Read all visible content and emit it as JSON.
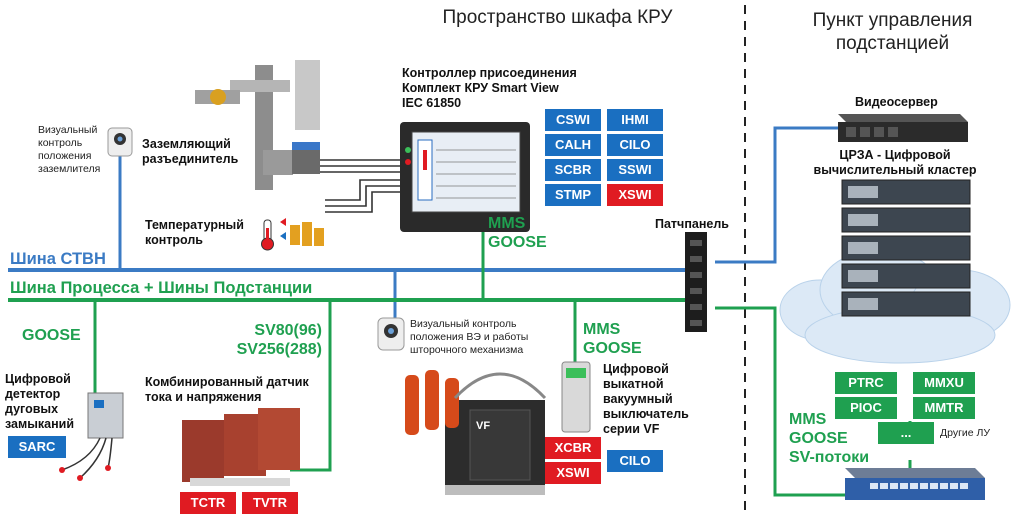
{
  "headers": {
    "cabinet": "Пространство шкафа КРУ",
    "control_line1": "Пункт управления",
    "control_line2": "подстанцией"
  },
  "controller": {
    "line1": "Контроллер присоединения",
    "line2": "Комплект КРУ Smart View",
    "line3": "IEC 61850",
    "nodes": [
      {
        "label": "CSWI",
        "color": "blue"
      },
      {
        "label": "IHMI",
        "color": "blue"
      },
      {
        "label": "CALH",
        "color": "blue"
      },
      {
        "label": "CILO",
        "color": "blue"
      },
      {
        "label": "SCBR",
        "color": "blue"
      },
      {
        "label": "SSWI",
        "color": "blue"
      },
      {
        "label": "STMP",
        "color": "blue"
      },
      {
        "label": "XSWI",
        "color": "red"
      }
    ],
    "protocols_line1": "MMS",
    "protocols_line2": "GOOSE"
  },
  "labels": {
    "earthing_switch_line1": "Заземляющий",
    "earthing_switch_line2": "разъединитель",
    "temp_line1": "Температурный",
    "temp_line2": "контроль",
    "visual_earth": [
      "Визуальный",
      "контроль",
      "положения",
      "заземлителя"
    ],
    "visual_breaker_line1": "Визуальный контроль",
    "visual_breaker_line2": "положения ВЭ и работы",
    "visual_breaker_line3": "шторочного механизма",
    "patch_panel": "Патчпанель",
    "video_server": "Видеосервер",
    "cluster_line1": "ЦРЗА - Цифровой",
    "cluster_line2": "вычислительный кластер",
    "arc_line1": "Цифровой",
    "arc_line2": "детектор",
    "arc_line3": "дуговых",
    "arc_line4": "замыканий",
    "sensor_line1": "Комбинированный датчик",
    "sensor_line2": "тока и напряжения",
    "breaker_line1": "Цифровой",
    "breaker_line2": "выкатной",
    "breaker_line3": "вакуумный",
    "breaker_line4": "выключатель",
    "breaker_line5": "серии VF",
    "other_ln": "Другие ЛУ",
    "vf_plate": "VF"
  },
  "buses": {
    "stvn": "Шина СТВН",
    "process": "Шина Процесса + Шины Подстанции"
  },
  "protocols": {
    "goose_left": "GOOSE",
    "sv_line1": "SV80(96)",
    "sv_line2": "SV256(288)",
    "breaker_mms": "MMS",
    "breaker_goose": "GOOSE",
    "station_mms": "MMS",
    "station_goose": "GOOSE",
    "station_sv": "SV-потоки"
  },
  "nodes": {
    "sarc": "SARC",
    "tctr": "TCTR",
    "tvtr": "TVTR",
    "xcbr": "XCBR",
    "xswi": "XSWI",
    "cilo": "CILO",
    "ptrc": "PTRC",
    "mmxu": "MMXU",
    "pioc": "PIOC",
    "mmtr": "MMTR",
    "dots": "..."
  },
  "colors": {
    "blue_bus": "#3b7bc4",
    "green_bus": "#1fa050",
    "node_blue": "#1a6fc1",
    "node_red": "#e01b22",
    "node_green": "#1fa050"
  }
}
